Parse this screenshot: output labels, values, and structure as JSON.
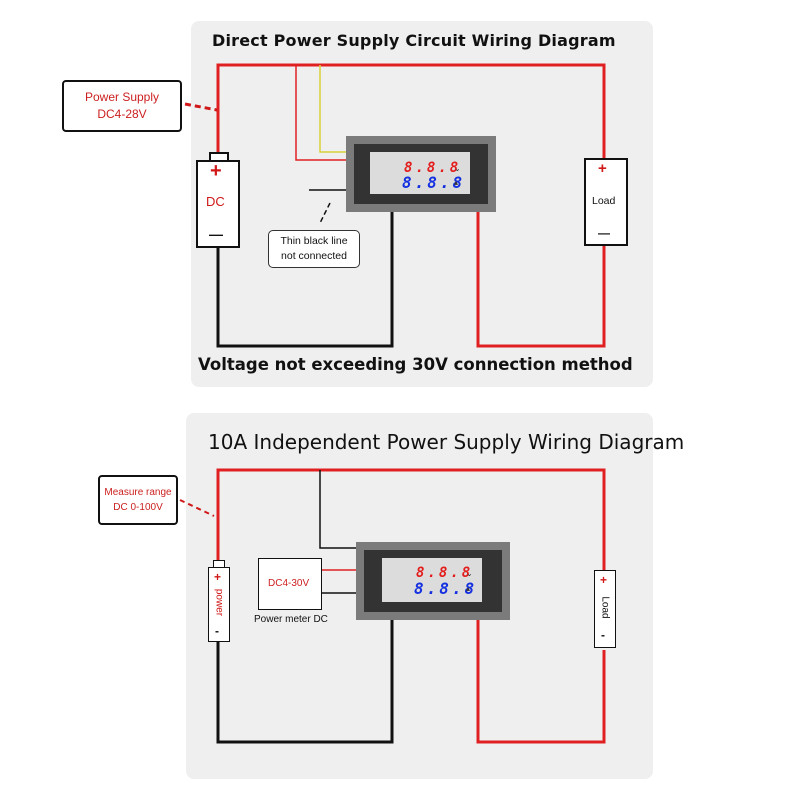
{
  "diagram1": {
    "title": "Direct Power Supply Circuit Wiring Diagram",
    "callout": [
      "Power Supply",
      "DC4-28V"
    ],
    "battery_plus": "+",
    "battery_label": "DC",
    "battery_minus": "—",
    "note": [
      "Thin black line",
      "not connected"
    ],
    "meter_top": "8.8.8",
    "meter_bottom": "8.8.8",
    "load_plus": "+",
    "load_label": "Load",
    "load_minus": "—",
    "footer": "Voltage not exceeding 30V connection method"
  },
  "diagram2": {
    "title": "10A Independent Power Supply Wiring Diagram",
    "callout": [
      "Measure range",
      "DC 0-100V"
    ],
    "source_plus": "+",
    "source_label": "power",
    "source_minus": "-",
    "meter_supply_label": "DC4-30V",
    "meter_supply_caption": "Power meter DC",
    "meter_top": "8.8.8",
    "meter_bottom": "8.8.8",
    "load_plus": "+",
    "load_label": "Load",
    "load_minus": "-"
  },
  "colors": {
    "red_wire": "#e02020",
    "black_wire": "#111111",
    "yellow_wire": "#d8d23a",
    "panel_bg": "#efefef",
    "callout_text": "#cc1f1f"
  }
}
